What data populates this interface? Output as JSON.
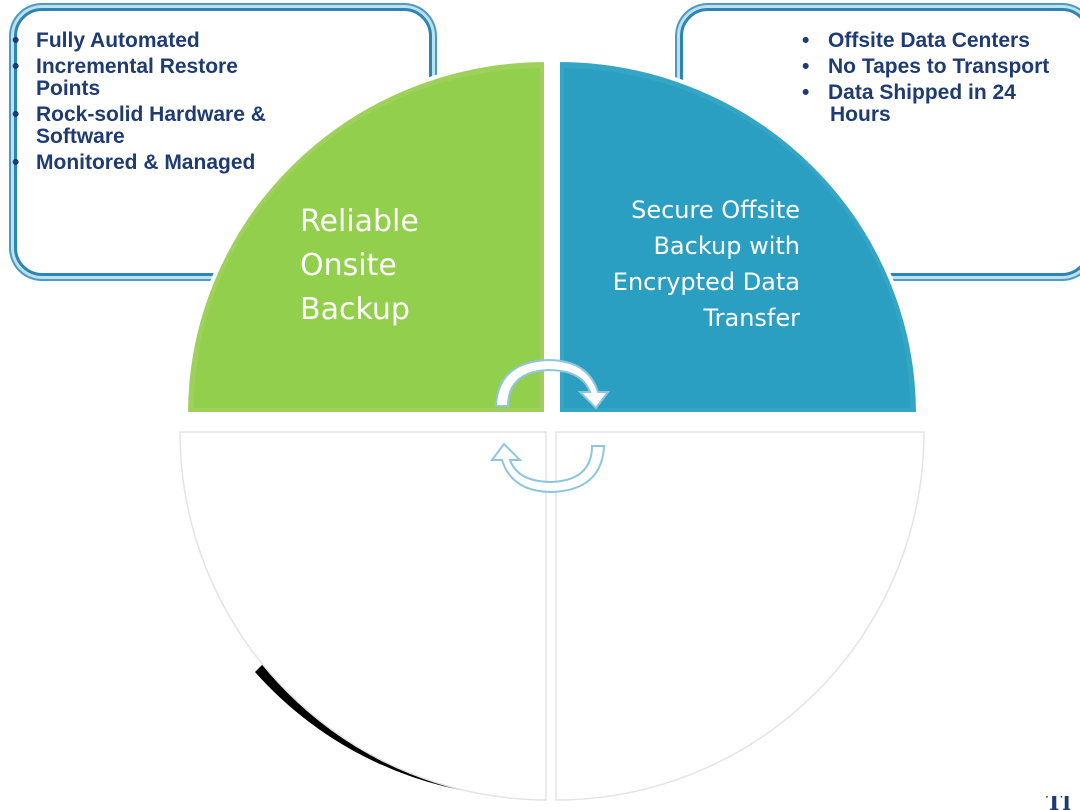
{
  "callouts": {
    "left": {
      "items": [
        "Fully Automated",
        "Incremental Restore Points",
        "Rock-solid Hardware & Software",
        "Monitored & Managed"
      ]
    },
    "right": {
      "items": [
        "Offsite Data Centers",
        "No Tapes to Transport",
        "Data Shipped in 24 Hours"
      ]
    }
  },
  "quadrants": {
    "top_left": {
      "label": "Reliable Onsite Backup",
      "color": "#92d050"
    },
    "top_right": {
      "label": "Secure Offsite Backup with Encrypted Data Transfer",
      "color": "#2fa3c3"
    },
    "bottom_left": {
      "label": "",
      "color": "#ffffff"
    },
    "bottom_right": {
      "label": "",
      "color": "#ffffff"
    }
  },
  "colors": {
    "callout_border": "#2b86b2",
    "bullet_text": "#1f3b73",
    "arrow": "#8fc6dd"
  },
  "icons": {
    "cycle_arrow_top": "curved-arrow-right-icon",
    "cycle_arrow_bottom": "curved-arrow-left-icon"
  }
}
